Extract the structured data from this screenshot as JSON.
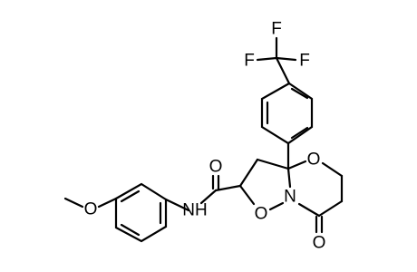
{
  "molecule": {
    "atoms": {
      "F_top": "F",
      "F_left": "F",
      "F_right": "F",
      "O_ring": "O",
      "O_amide": "O",
      "N_amide": "NH",
      "O_methoxy": "O",
      "N_ring": "N",
      "O_isox": "O",
      "O_keto": "O"
    }
  }
}
